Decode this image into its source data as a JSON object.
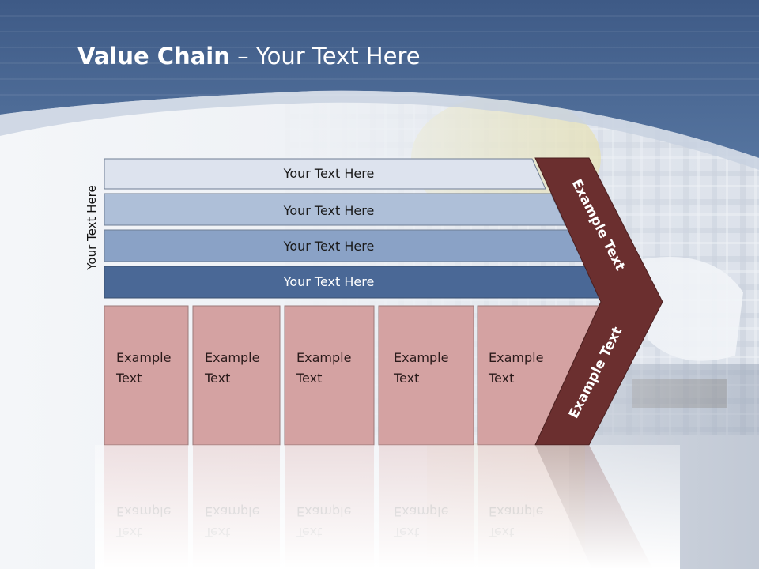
{
  "slide": {
    "title_bold": "Value Chain",
    "title_rest": " – Your Text Here",
    "vertical_label": "Your Text Here"
  },
  "diagram": {
    "rows": [
      {
        "label": "Your Text Here"
      },
      {
        "label": "Your Text Here"
      },
      {
        "label": "Your Text Here"
      },
      {
        "label": "Your Text Here"
      }
    ],
    "boxes": [
      {
        "line1": "Example",
        "line2": "Text"
      },
      {
        "line1": "Example",
        "line2": "Text"
      },
      {
        "line1": "Example",
        "line2": "Text"
      },
      {
        "line1": "Example",
        "line2": "Text"
      },
      {
        "line1": "Example",
        "line2": "Text"
      }
    ],
    "chevron_top": "Example Text",
    "chevron_bottom": "Example Text"
  },
  "colors": {
    "header_blue": "#4a6a9a",
    "row_colors": [
      "#dde3ee",
      "#aebfd8",
      "#8aa2c6",
      "#4a6896"
    ],
    "box_pink": "#d4a2a2",
    "chevron": "#6b2f2f"
  }
}
